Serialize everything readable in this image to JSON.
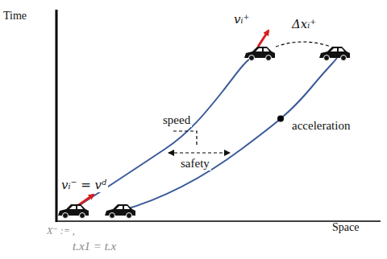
{
  "diagram": {
    "labels": [
      "Time",
      "Space",
      "speed",
      "safety",
      "acceleration",
      "vᵢ⁻ = vᵈ",
      "vᵢ⁺",
      "Δxᵢ⁺",
      "X⁻ :=  ,",
      "t.x1 = t.x"
    ]
  }
}
